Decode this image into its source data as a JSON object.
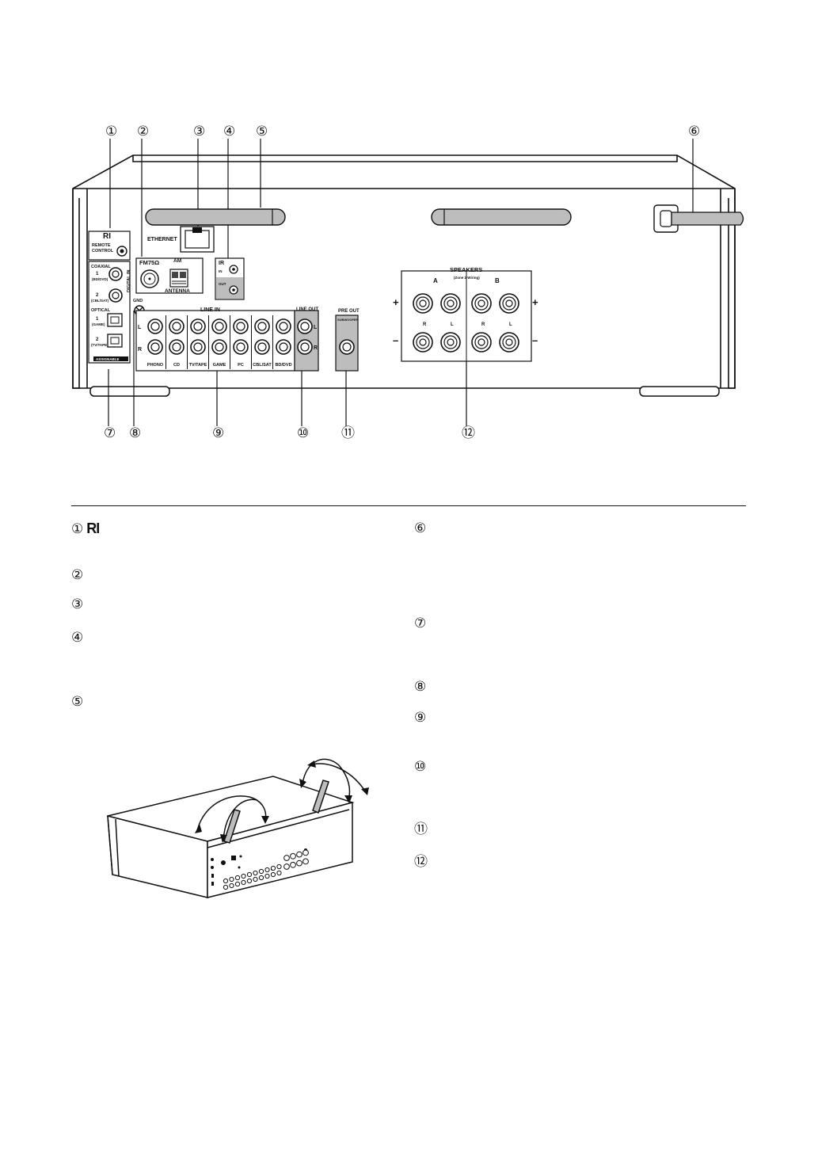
{
  "callouts": [
    "①",
    "②",
    "③",
    "④",
    "⑤",
    "⑥",
    "⑦",
    "⑧",
    "⑨",
    "⑩",
    "⑪",
    "⑫"
  ],
  "panel_labels": {
    "ri": "RI",
    "remote_control_1": "REMOTE",
    "remote_control_2": "CONTROL",
    "ethernet": "ETHERNET",
    "fm": "FM75Ω",
    "am": "AM",
    "antenna": "ANTENNA",
    "ir": "IR",
    "ir_in": "IN",
    "ir_out": "OUT",
    "coaxial": "COAXIAL",
    "digital_in": "DIGITAL IN",
    "coax1_num": "1",
    "coax1_name": "(BD/DVD)",
    "coax2_num": "2",
    "coax2_name": "(CBL/SAT)",
    "optical": "OPTICAL",
    "opt1_num": "1",
    "opt1_name": "(GAME)",
    "opt2_num": "2",
    "opt2_name": "(TV/TAPE)",
    "assignable": "ASSIGNABLE",
    "gnd": "GND",
    "line_in": "LINE IN",
    "line_in_l": "L",
    "line_in_r": "R",
    "inputs": [
      "PHONO",
      "CD",
      "TV/TAPE",
      "GAME",
      "PC",
      "CBL/SAT",
      "BD/DVD"
    ],
    "line_out": "LINE OUT",
    "line_out_l": "L",
    "line_out_r": "R",
    "pre_out": "PRE OUT",
    "subwoofer": "SUBWOOFER",
    "speakers": "SPEAKERS",
    "speakers_sub": "(Zone 2 Wiring)",
    "spk_a": "A",
    "spk_b": "B",
    "spk_r": "R",
    "spk_l": "L",
    "plus": "+",
    "minus": "–"
  },
  "legend": {
    "left": [
      {
        "num": "①",
        "text": "RI"
      },
      {
        "num": "②",
        "text": ""
      },
      {
        "num": "③",
        "text": ""
      },
      {
        "num": "④",
        "text": ""
      },
      {
        "num": "⑤",
        "text": ""
      }
    ],
    "right": [
      {
        "num": "⑥",
        "text": ""
      },
      {
        "num": "⑦",
        "text": ""
      },
      {
        "num": "⑧",
        "text": ""
      },
      {
        "num": "⑨",
        "text": ""
      },
      {
        "num": "⑩",
        "text": ""
      },
      {
        "num": "⑪",
        "text": ""
      },
      {
        "num": "⑫",
        "text": ""
      }
    ]
  }
}
